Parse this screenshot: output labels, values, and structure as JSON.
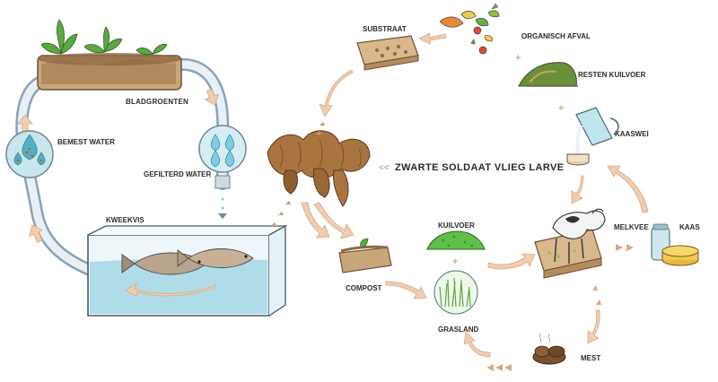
{
  "labels": {
    "substraat": "SUBSTRAAT",
    "organisch_afval": "ORGANISCH AFVAL",
    "resten_kuilvoer": "RESTEN KUILVOER",
    "kaaswei": "KAASWEI",
    "bladgroenten": "BLADGROENTEN",
    "bemest_water": "BEMEST WATER",
    "gefilterd_water": "GEFILTERD WATER",
    "kweekvis": "KWEEKVIS",
    "larve_arrows": "<<",
    "zwarte_soldaat": "ZWARTE SOLDAAT VLIEG LARVE",
    "kuilvoer": "KUILVOER",
    "compost": "COMPOST",
    "grasland": "GRASLAND",
    "melkvee": "MELKVEE",
    "kaas": "KAAS",
    "mest": "MEST"
  },
  "colors": {
    "arrow": "#f1cdb0",
    "arrow_stroke": "#d9a985",
    "water": "#9fd6e3",
    "larva": "#a9743f",
    "soil": "#b98a5c",
    "leaf": "#5aa842",
    "grass": "#7cc96a"
  },
  "icons": [
    "leafy-greens",
    "water-drop",
    "fish-tank",
    "larva",
    "substrate-tray",
    "organic-waste",
    "silage-heap",
    "whey-jug",
    "compost-box",
    "silage-pile",
    "grassland-circle",
    "cow",
    "cheese",
    "manure"
  ]
}
